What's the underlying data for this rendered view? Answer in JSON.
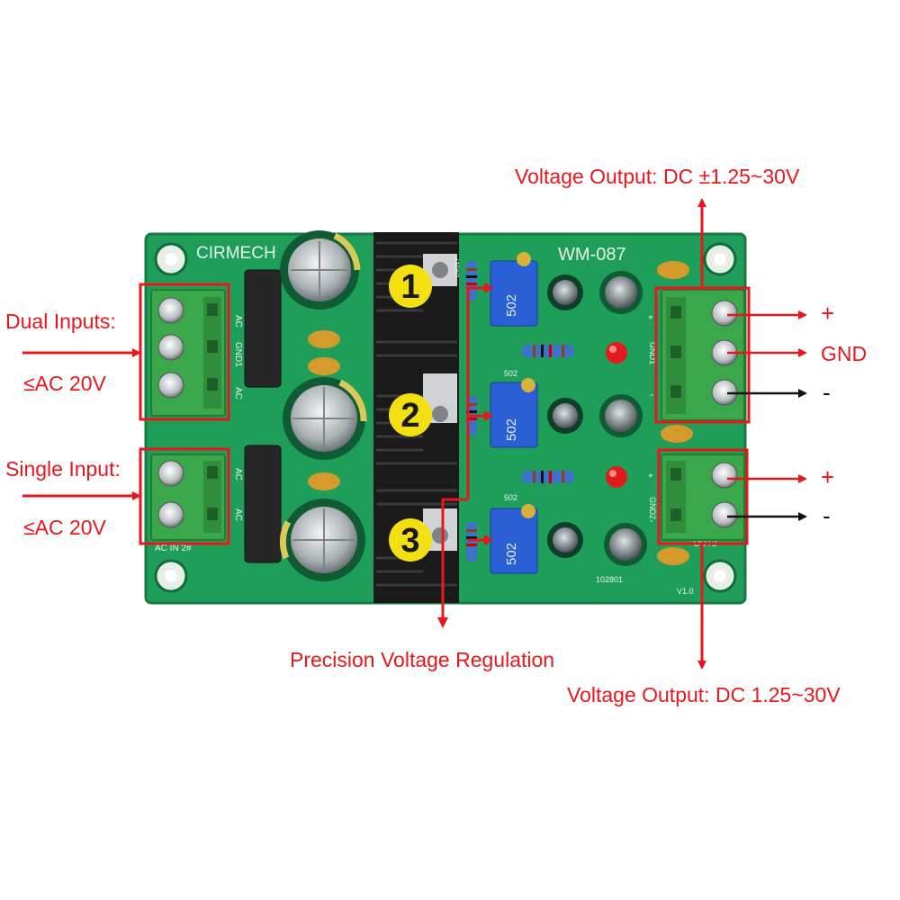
{
  "board": {
    "brand": "CIRMECH",
    "model": "WM-087",
    "version": "V1.0",
    "date_code": "102801",
    "in_label": "AC IN 2#",
    "out2_label": "OUT2",
    "pot_code": "502",
    "regulator_part": "LM317",
    "terminal_dual_labels": [
      "AC",
      "GND1",
      "AC"
    ],
    "terminal_single_labels": [
      "AC",
      "AC"
    ],
    "terminal_out1_labels": [
      "+",
      "GND1",
      "-"
    ],
    "terminal_out2_labels": [
      "+",
      "GND2",
      "-"
    ]
  },
  "annotations": {
    "dual_inputs": "Dual Inputs:",
    "dual_inputs_range": "≤AC 20V",
    "single_input": "Single Input:",
    "single_input_range": "≤AC 20V",
    "output_dual": "Voltage Output: DC ±1.25~30V",
    "output_single": "Voltage Output: DC 1.25~30V",
    "precision": "Precision Voltage Regulation",
    "out1_plus": "+",
    "out1_gnd": "GND",
    "out1_minus": "-",
    "out2_plus": "+",
    "out2_minus": "-"
  },
  "regulator_numbers": [
    "1",
    "2",
    "3"
  ],
  "colors": {
    "pcb": "#1f9e5a",
    "annotation_red": "#e8171c",
    "terminal_green": "#3aa84a",
    "heatsink": "#1a1a1a",
    "marker_yellow": "#f2e012",
    "trimpot_blue": "#2a5fd6"
  }
}
